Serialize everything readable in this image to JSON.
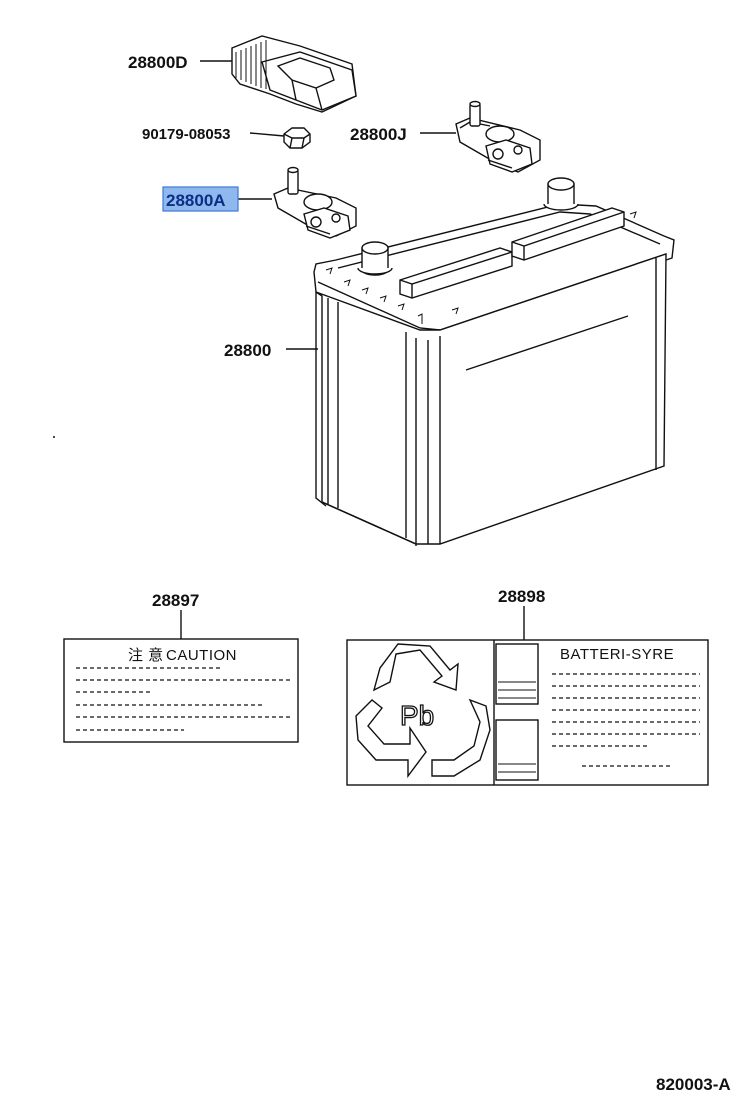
{
  "parts": {
    "hold_down_clamp": "28800D",
    "nut": "90179-08053",
    "negative_terminal": "28800J",
    "positive_terminal": "28800A",
    "battery": "28800",
    "caution_label": "28897",
    "recycle_label": "28898"
  },
  "caution_label": {
    "heading_kanji": "注 意",
    "heading": "CAUTION"
  },
  "recycle_label": {
    "symbol_text": "Pb",
    "heading": "BATTERI-SYRE"
  },
  "figure_code": "820003-A",
  "highlight_color": "#8fb8ee"
}
